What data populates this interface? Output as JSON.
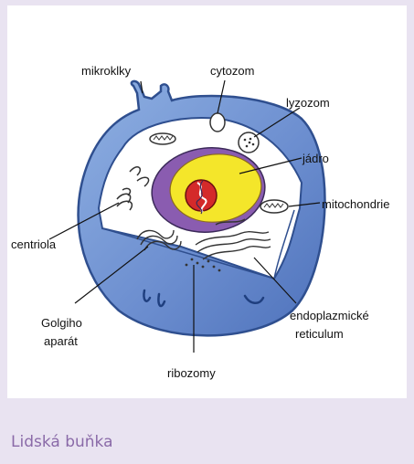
{
  "diagram": {
    "labels": {
      "mikroklky": "mikroklky",
      "cytozom": "cytozom",
      "lyzozom": "lyzozom",
      "jadro": "jádro",
      "mitochondrie": "mitochondrie",
      "centriola": "centriola",
      "golgiho_1": "Golgiho",
      "golgiho_2": "aparát",
      "endoplazmicke_1": "endoplazmické",
      "endoplazmicke_2": "reticulum",
      "ribozomy": "ribozomy"
    },
    "colors": {
      "cell_blue": "#5b7fc4",
      "cell_blue_light": "#a8c0e8",
      "nucleus_yellow": "#f4e62a",
      "nucleus_purple": "#8a5cb0",
      "nucleolus_red": "#d42a2a"
    }
  },
  "caption": "Lidská buňka"
}
